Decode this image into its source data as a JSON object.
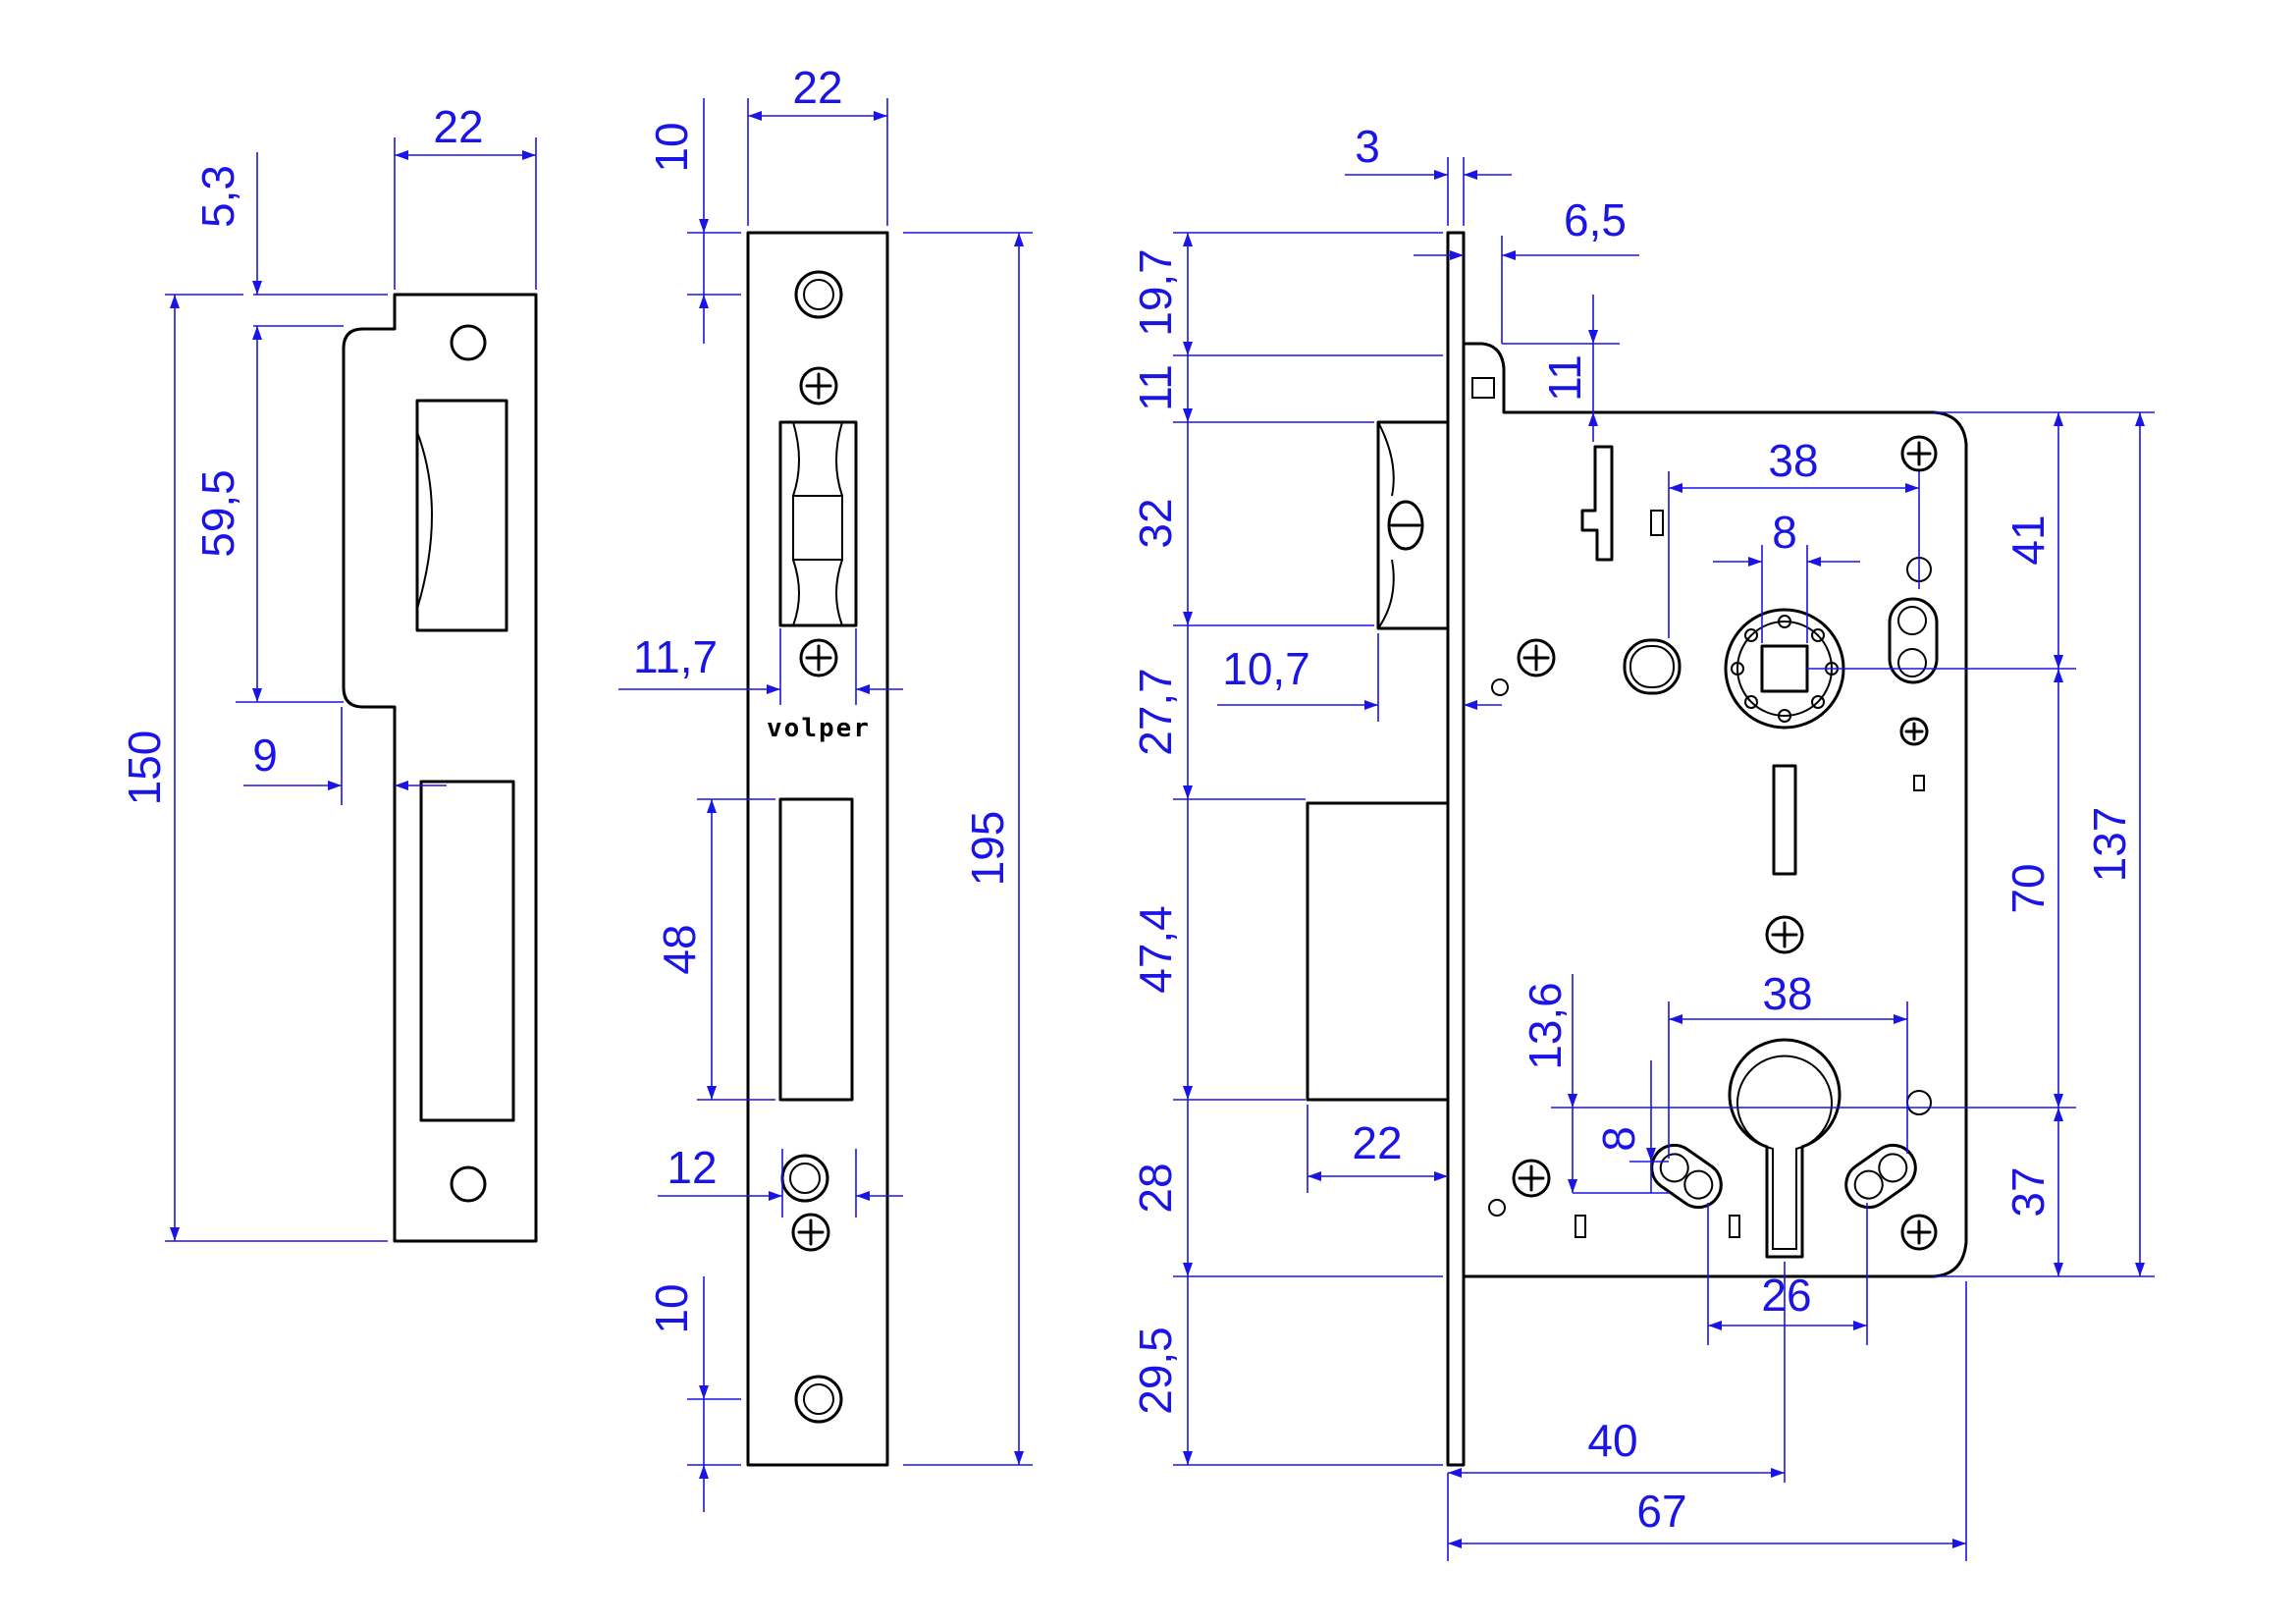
{
  "colors": {
    "dimension": "#1a14e6",
    "outline": "#000000",
    "background": "#ffffff"
  },
  "brand": "volper",
  "views": {
    "strike_plate": {
      "dims": {
        "width": "22",
        "top_offset": "5,3",
        "opening": "59,5",
        "lip": "9",
        "length": "150"
      }
    },
    "face_plate": {
      "dims": {
        "width": "22",
        "top_hole": "10",
        "bottom_hole": "10",
        "latch_offset": "11,7",
        "bolt_height": "48",
        "bolt_offset": "12",
        "length": "195"
      }
    },
    "lock_body": {
      "dims": {
        "plate_thickness": "3",
        "step": "6,5",
        "d_19_7": "19,7",
        "d_11_left": "11",
        "d_11_right": "11",
        "latch_height": "32",
        "d_27_7": "27,7",
        "latch_projection": "10,7",
        "d_47_4": "47,4",
        "d_28": "28",
        "d_29_5": "29,5",
        "top_spacing": "38",
        "follower": "8",
        "d_41": "41",
        "d_70": "70",
        "d_137": "137",
        "bottom_spacing": "38",
        "d_13_6": "13,6",
        "d_8_small": "8",
        "d_37": "37",
        "cylinder_spacing": "26",
        "bolt_projection": "22",
        "backset": "40",
        "body_depth": "67"
      }
    }
  }
}
